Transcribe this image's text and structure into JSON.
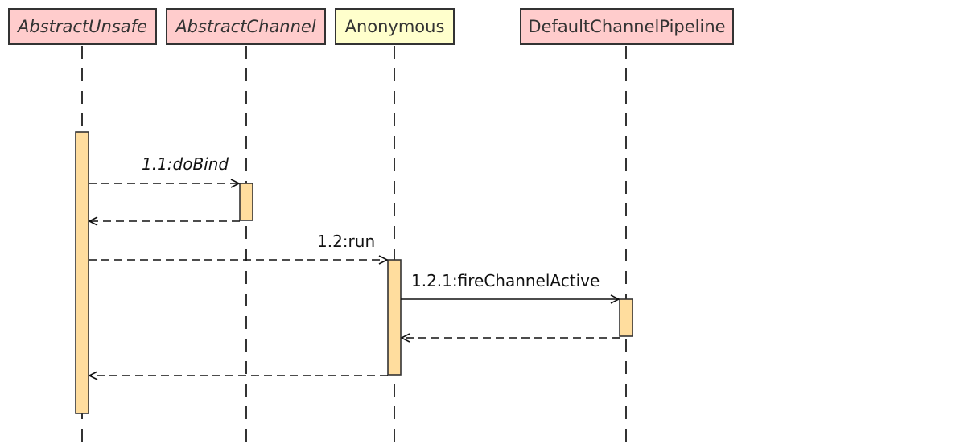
{
  "colors": {
    "abstract_fill": "#ffcccc",
    "anonymous_fill": "#ffffcc",
    "activation_fill": "#ffdd9e",
    "line": "#333333"
  },
  "lifelines": [
    {
      "id": "abstract-unsafe",
      "label": "AbstractUnsafe",
      "abstract": true
    },
    {
      "id": "abstract-channel",
      "label": "AbstractChannel",
      "abstract": true
    },
    {
      "id": "anonymous",
      "label": "Anonymous",
      "abstract": false
    },
    {
      "id": "default-channel-pipeline",
      "label": "DefaultChannelPipeline",
      "abstract": false
    }
  ],
  "messages": [
    {
      "id": "msg-1-1",
      "label": "1.1:doBind",
      "italic": true,
      "style": "dashed"
    },
    {
      "id": "msg-1-2",
      "label": "1.2:run",
      "italic": false,
      "style": "dashed"
    },
    {
      "id": "msg-1-2-1",
      "label": "1.2.1:fireChannelActive",
      "italic": false,
      "style": "solid"
    }
  ]
}
